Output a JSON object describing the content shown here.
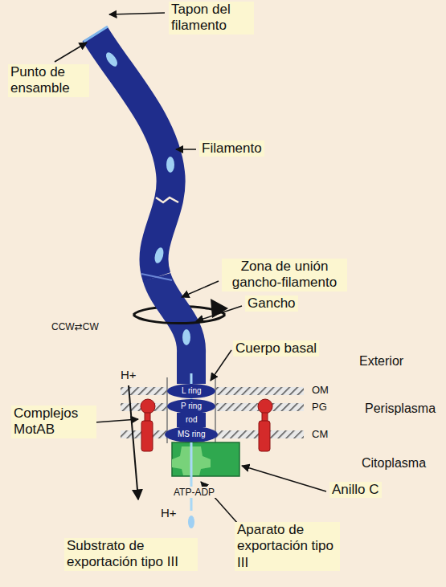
{
  "diagram": {
    "labels": [
      "Tapon del filamento",
      "Punto de ensamble",
      "Filamento",
      "Zona de unión gancho-filamento",
      "CCW⇄CW",
      "Gancho",
      "Cuerpo basal",
      "Exterior",
      "H+",
      "OM",
      "PG",
      "Perisplasma",
      "Complejos MotAB",
      "CM",
      "Citoplasma",
      "L ring",
      "P ring",
      "rod",
      "MS ring",
      "ATP-ADP",
      "H+",
      "Anillo C",
      "Aparato de exportación tipo III",
      "Substrato de exportación tipo III"
    ]
  }
}
